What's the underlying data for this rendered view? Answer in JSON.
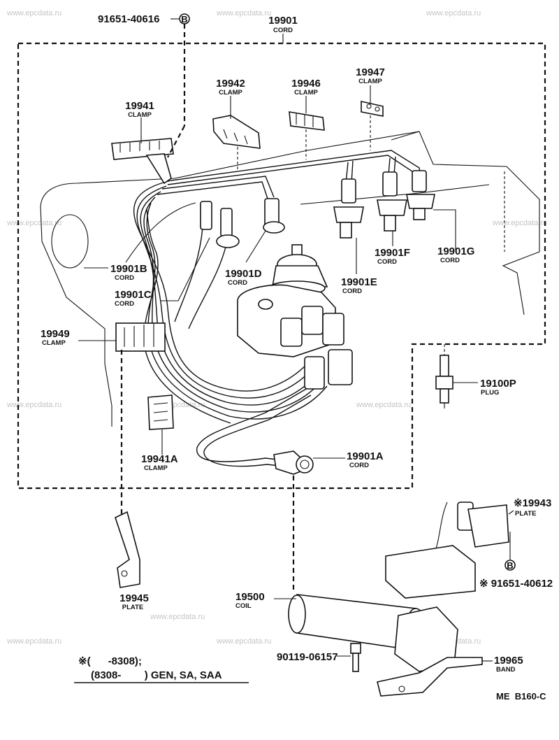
{
  "watermark": "www.epcdata.ru",
  "bolt_marker": "B",
  "code_ref": "ME  B160-C",
  "note": {
    "line1": "※(      -8308);",
    "line2": "(8308-        ) GEN, SA, SAA"
  },
  "labels": [
    {
      "id": "19901",
      "name": "CORD"
    },
    {
      "id": "91651-40616",
      "name": ""
    },
    {
      "id": "19941",
      "name": "CLAMP"
    },
    {
      "id": "19942",
      "name": "CLAMP"
    },
    {
      "id": "19946",
      "name": "CLAMP"
    },
    {
      "id": "19947",
      "name": "CLAMP"
    },
    {
      "id": "19901B",
      "name": "CORD"
    },
    {
      "id": "19901C",
      "name": "CORD"
    },
    {
      "id": "19901D",
      "name": "CORD"
    },
    {
      "id": "19901E",
      "name": "CORD"
    },
    {
      "id": "19901F",
      "name": "CORD"
    },
    {
      "id": "19901G",
      "name": "CORD"
    },
    {
      "id": "19949",
      "name": "CLAMP"
    },
    {
      "id": "19100P",
      "name": "PLUG"
    },
    {
      "id": "19941A",
      "name": "CLAMP"
    },
    {
      "id": "19901A",
      "name": "CORD"
    },
    {
      "id": "※19943",
      "name": "PLATE"
    },
    {
      "id": "※ 91651-40612",
      "name": ""
    },
    {
      "id": "19945",
      "name": "PLATE"
    },
    {
      "id": "19500",
      "name": "COIL"
    },
    {
      "id": "90119-06157",
      "name": ""
    },
    {
      "id": "19965",
      "name": "BAND"
    }
  ]
}
